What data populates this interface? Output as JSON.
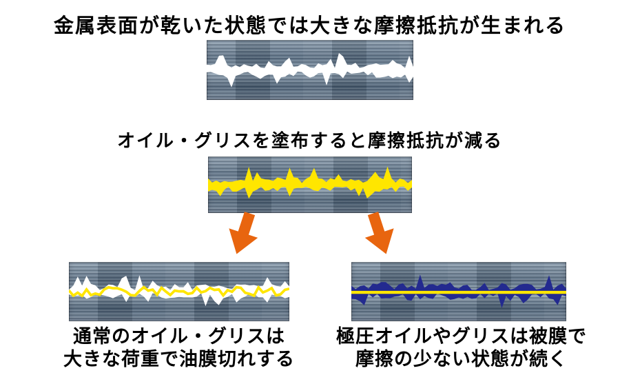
{
  "steps": {
    "dry": {
      "title": "金属表面が乾いた状態では大きな摩擦抵抗が生まれる"
    },
    "oiled": {
      "title": "オイル・グリスを塗布すると摩擦抵抗が減る"
    }
  },
  "branches": {
    "normal_oil": {
      "caption_line1": "通常のオイル・グリスは",
      "caption_line2": "大きな荷重で油膜切れする"
    },
    "ep_oil": {
      "caption_line1": "極圧オイルやグリスは被膜で",
      "caption_line2": "摩擦の少ない状態が続く"
    }
  },
  "colors": {
    "title_text": "#000000",
    "dry_trace": "#ffffff",
    "oil_trace": "#ffe600",
    "broken_film_trace": "#ffffff",
    "broken_film_oil_line": "#ffe600",
    "ep_trace": "#232a8f",
    "ep_oil_film_line": "#ffe600",
    "arrow": "#e8650f"
  }
}
